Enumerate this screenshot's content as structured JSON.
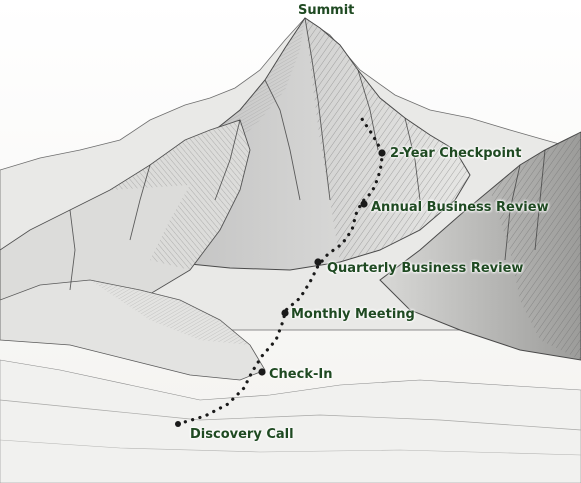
{
  "milestones": {
    "summit": "Summit",
    "two_year_checkpoint": "2-Year Checkpoint",
    "annual_business_review": "Annual Business Review",
    "quarterly_business_review": "Quarterly Business Review",
    "monthly_meeting": "Monthly Meeting",
    "check_in": "Check-In",
    "discovery_call": "Discovery Call"
  },
  "colors": {
    "label_text": "#1f4a22",
    "trail": "#1a1a1a",
    "sketch_ink": "#555555",
    "background": "#fdfdfc"
  }
}
